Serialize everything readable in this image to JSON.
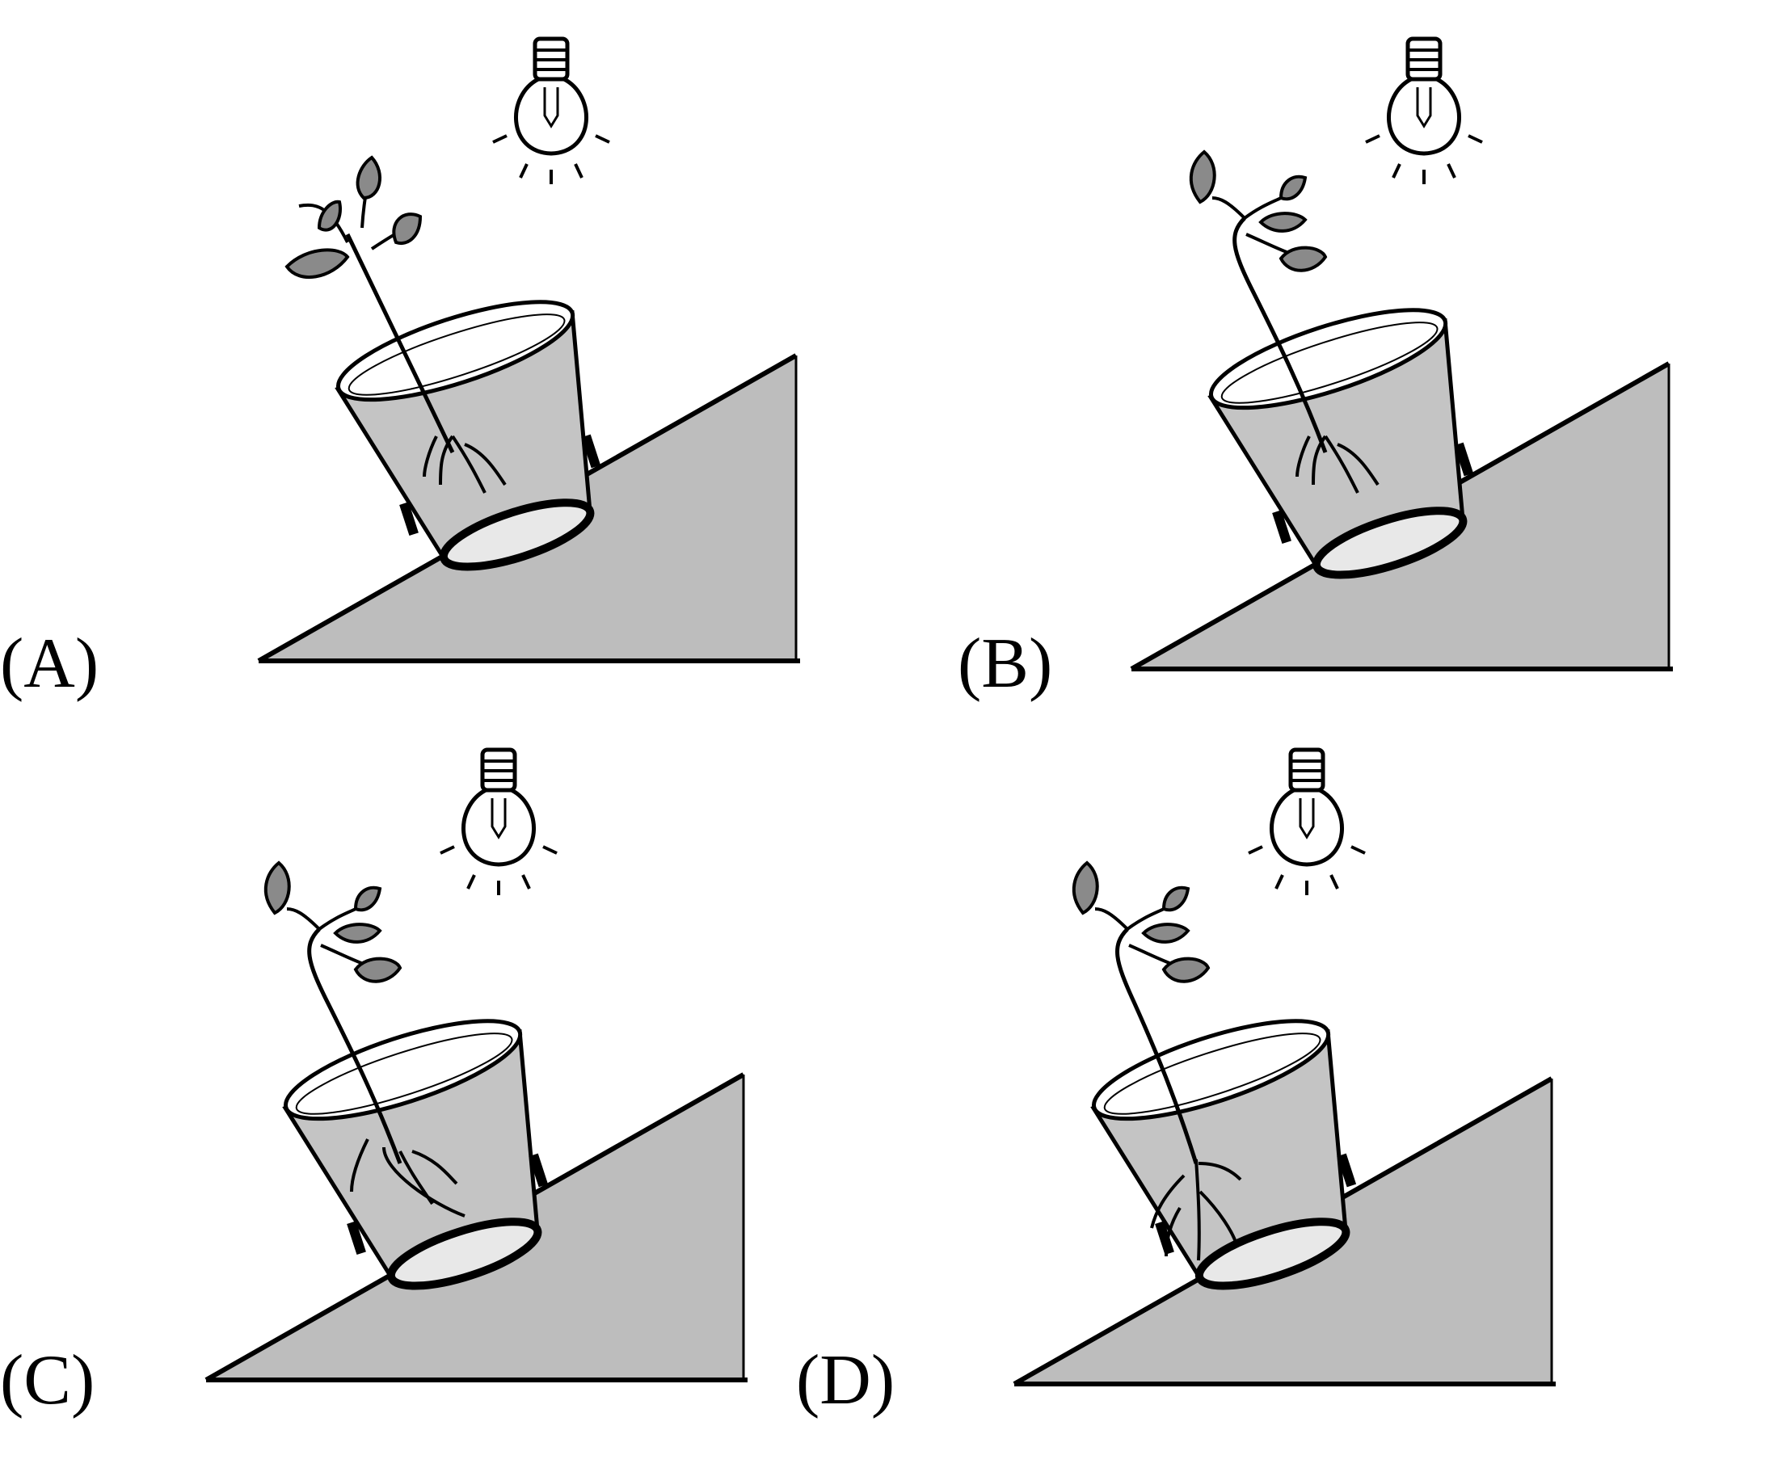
{
  "options": [
    {
      "label": "(A)",
      "stem": "straight",
      "roots": "downward"
    },
    {
      "label": "(B)",
      "stem": "curved",
      "roots": "downward"
    },
    {
      "label": "(C)",
      "stem": "curved",
      "roots": "downward"
    },
    {
      "label": "(D)",
      "stem": "curved",
      "roots": "perpendicular"
    }
  ],
  "colors": {
    "ramp": "#bdbdbd",
    "cup_soil": "#c4c4c4",
    "leaf": "#8a8a8a",
    "stroke": "#000000"
  },
  "icons": {
    "light": "light-bulb-icon",
    "plant": "seedling-icon",
    "cup": "cup-icon",
    "ramp": "inclined-plane-icon"
  }
}
